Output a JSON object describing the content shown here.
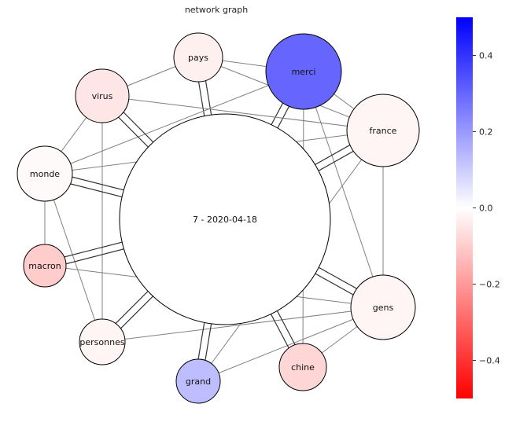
{
  "chart_data": {
    "type": "network",
    "title": "network graph",
    "center_node": {
      "label": "7 - 2020-04-18",
      "value": 0.0
    },
    "nodes": [
      {
        "id": "pays",
        "label": "pays",
        "value": -0.03
      },
      {
        "id": "merci",
        "label": "merci",
        "value": 0.3
      },
      {
        "id": "france",
        "label": "france",
        "value": -0.02
      },
      {
        "id": "gens",
        "label": "gens",
        "value": -0.02
      },
      {
        "id": "chine",
        "label": "chine",
        "value": -0.08
      },
      {
        "id": "grand",
        "label": "grand",
        "value": 0.13
      },
      {
        "id": "personnes",
        "label": "personnes",
        "value": -0.02
      },
      {
        "id": "macron",
        "label": "macron",
        "value": -0.1
      },
      {
        "id": "monde",
        "label": "monde",
        "value": -0.01
      },
      {
        "id": "virus",
        "label": "virus",
        "value": -0.05
      }
    ],
    "edges": [
      [
        "pays",
        "merci"
      ],
      [
        "pays",
        "france"
      ],
      [
        "pays",
        "virus"
      ],
      [
        "pays",
        "center"
      ],
      [
        "merci",
        "france"
      ],
      [
        "merci",
        "gens"
      ],
      [
        "merci",
        "chine"
      ],
      [
        "merci",
        "monde"
      ],
      [
        "merci",
        "center"
      ],
      [
        "france",
        "gens"
      ],
      [
        "france",
        "virus"
      ],
      [
        "france",
        "monde"
      ],
      [
        "france",
        "grand"
      ],
      [
        "france",
        "center"
      ],
      [
        "gens",
        "chine"
      ],
      [
        "gens",
        "personnes"
      ],
      [
        "gens",
        "macron"
      ],
      [
        "gens",
        "grand"
      ],
      [
        "gens",
        "center"
      ],
      [
        "chine",
        "center"
      ],
      [
        "grand",
        "center"
      ],
      [
        "personnes",
        "virus"
      ],
      [
        "personnes",
        "monde"
      ],
      [
        "personnes",
        "center"
      ],
      [
        "macron",
        "monde"
      ],
      [
        "macron",
        "center"
      ],
      [
        "monde",
        "virus"
      ],
      [
        "monde",
        "center"
      ],
      [
        "virus",
        "center"
      ]
    ],
    "colorbar": {
      "cmap": "bwr_r",
      "min": -0.5,
      "max": 0.5,
      "ticks": [
        0.4,
        0.2,
        0.0,
        -0.2,
        -0.4
      ],
      "tick_labels": [
        "0.4",
        "0.2",
        "0.0",
        "−0.2",
        "−0.4"
      ]
    }
  }
}
